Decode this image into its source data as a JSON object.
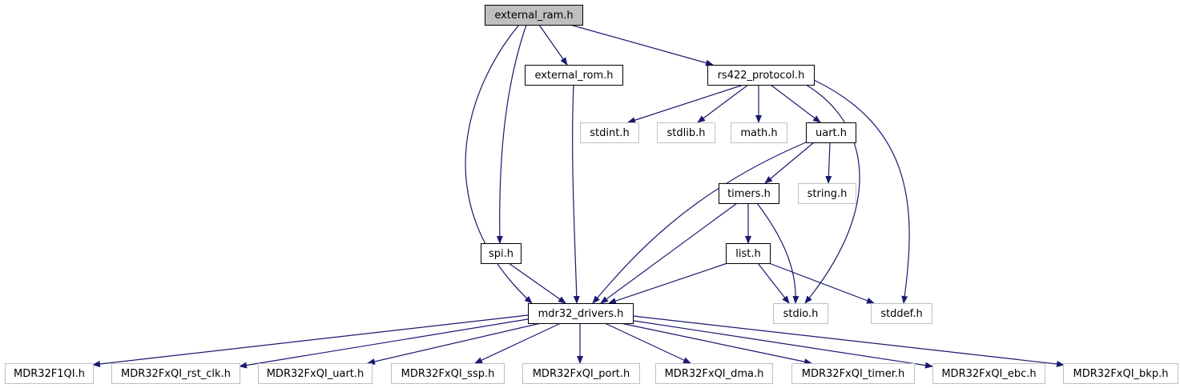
{
  "colors": {
    "edge": "#191970",
    "root_fill": "#bfbfbf",
    "internal_border": "#000000",
    "external_border": "#bfbfbf",
    "text": "#000000",
    "external_text": "#000000"
  },
  "nodes": [
    {
      "id": "external_ram",
      "label": "external_ram.h",
      "kind": "root"
    },
    {
      "id": "external_rom",
      "label": "external_rom.h",
      "kind": "internal"
    },
    {
      "id": "rs422_protocol",
      "label": "rs422_protocol.h",
      "kind": "internal"
    },
    {
      "id": "stdint",
      "label": "stdint.h",
      "kind": "external"
    },
    {
      "id": "stdlib",
      "label": "stdlib.h",
      "kind": "external"
    },
    {
      "id": "math",
      "label": "math.h",
      "kind": "external"
    },
    {
      "id": "uart",
      "label": "uart.h",
      "kind": "internal"
    },
    {
      "id": "timers",
      "label": "timers.h",
      "kind": "internal"
    },
    {
      "id": "string",
      "label": "string.h",
      "kind": "external"
    },
    {
      "id": "spi",
      "label": "spi.h",
      "kind": "internal"
    },
    {
      "id": "list",
      "label": "list.h",
      "kind": "internal"
    },
    {
      "id": "mdr32_drivers",
      "label": "mdr32_drivers.h",
      "kind": "internal"
    },
    {
      "id": "stdio",
      "label": "stdio.h",
      "kind": "external"
    },
    {
      "id": "stddef",
      "label": "stddef.h",
      "kind": "external"
    },
    {
      "id": "MDR32F1QI",
      "label": "MDR32F1QI.h",
      "kind": "external"
    },
    {
      "id": "rst_clk",
      "label": "MDR32FxQI_rst_clk.h",
      "kind": "external"
    },
    {
      "id": "qi_uart",
      "label": "MDR32FxQI_uart.h",
      "kind": "external"
    },
    {
      "id": "qi_ssp",
      "label": "MDR32FxQI_ssp.h",
      "kind": "external"
    },
    {
      "id": "qi_port",
      "label": "MDR32FxQI_port.h",
      "kind": "external"
    },
    {
      "id": "qi_dma",
      "label": "MDR32FxQI_dma.h",
      "kind": "external"
    },
    {
      "id": "qi_timer",
      "label": "MDR32FxQI_timer.h",
      "kind": "external"
    },
    {
      "id": "qi_ebc",
      "label": "MDR32FxQI_ebc.h",
      "kind": "external"
    },
    {
      "id": "qi_bkp",
      "label": "MDR32FxQI_bkp.h",
      "kind": "external"
    }
  ],
  "edges": [
    {
      "from": "external_ram",
      "to": "external_rom"
    },
    {
      "from": "external_ram",
      "to": "rs422_protocol"
    },
    {
      "from": "external_ram",
      "to": "spi"
    },
    {
      "from": "external_ram",
      "to": "mdr32_drivers"
    },
    {
      "from": "external_rom",
      "to": "mdr32_drivers"
    },
    {
      "from": "rs422_protocol",
      "to": "stdint"
    },
    {
      "from": "rs422_protocol",
      "to": "stdlib"
    },
    {
      "from": "rs422_protocol",
      "to": "math"
    },
    {
      "from": "rs422_protocol",
      "to": "uart"
    },
    {
      "from": "rs422_protocol",
      "to": "stdio"
    },
    {
      "from": "rs422_protocol",
      "to": "stddef"
    },
    {
      "from": "uart",
      "to": "timers"
    },
    {
      "from": "uart",
      "to": "string"
    },
    {
      "from": "uart",
      "to": "mdr32_drivers"
    },
    {
      "from": "timers",
      "to": "list"
    },
    {
      "from": "timers",
      "to": "mdr32_drivers"
    },
    {
      "from": "timers",
      "to": "stdio"
    },
    {
      "from": "list",
      "to": "mdr32_drivers"
    },
    {
      "from": "list",
      "to": "stdio"
    },
    {
      "from": "list",
      "to": "stddef"
    },
    {
      "from": "spi",
      "to": "mdr32_drivers"
    },
    {
      "from": "mdr32_drivers",
      "to": "MDR32F1QI"
    },
    {
      "from": "mdr32_drivers",
      "to": "rst_clk"
    },
    {
      "from": "mdr32_drivers",
      "to": "qi_uart"
    },
    {
      "from": "mdr32_drivers",
      "to": "qi_ssp"
    },
    {
      "from": "mdr32_drivers",
      "to": "qi_port"
    },
    {
      "from": "mdr32_drivers",
      "to": "qi_dma"
    },
    {
      "from": "mdr32_drivers",
      "to": "qi_timer"
    },
    {
      "from": "mdr32_drivers",
      "to": "qi_ebc"
    },
    {
      "from": "mdr32_drivers",
      "to": "qi_bkp"
    }
  ]
}
